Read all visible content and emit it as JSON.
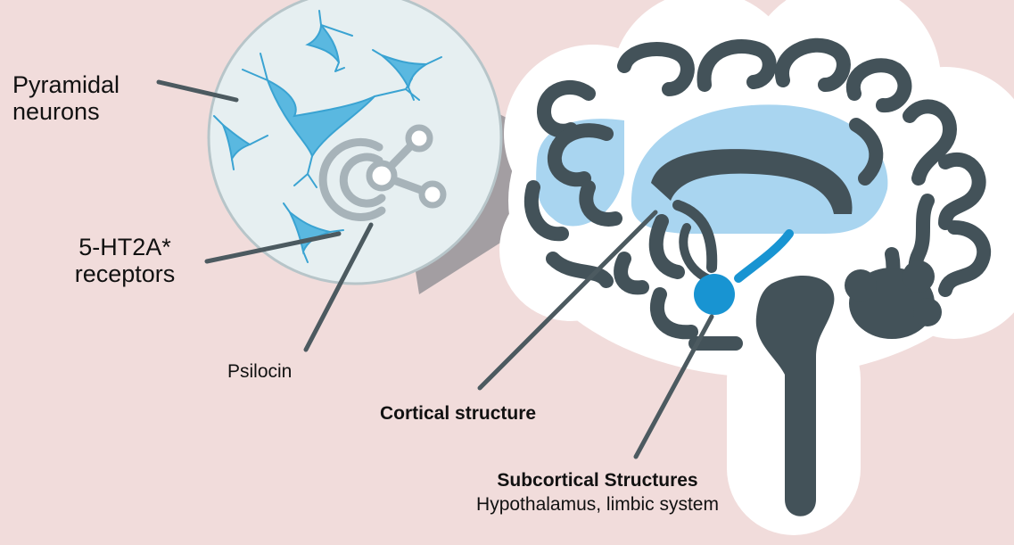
{
  "labels": {
    "pyramidal_neurons": "Pyramidal neurons",
    "receptors": "5-HT2A* receptors",
    "psilocin": "Psilocin",
    "cortical": "Cortical structure",
    "subcortical_title": "Subcortical Structures",
    "subcortical_sub": "Hypothalamus, limbic system"
  },
  "colors": {
    "background": "#f1dcdb",
    "gyri": "#435259",
    "cortex_fill": "#a9d5f0",
    "accent_blue": "#1894d2",
    "neuron": "#5ab8e0",
    "magnifier_fill": "#e6eff1",
    "psilocin_icon": "#a7b3b9",
    "leader_line": "#4c5a60"
  }
}
